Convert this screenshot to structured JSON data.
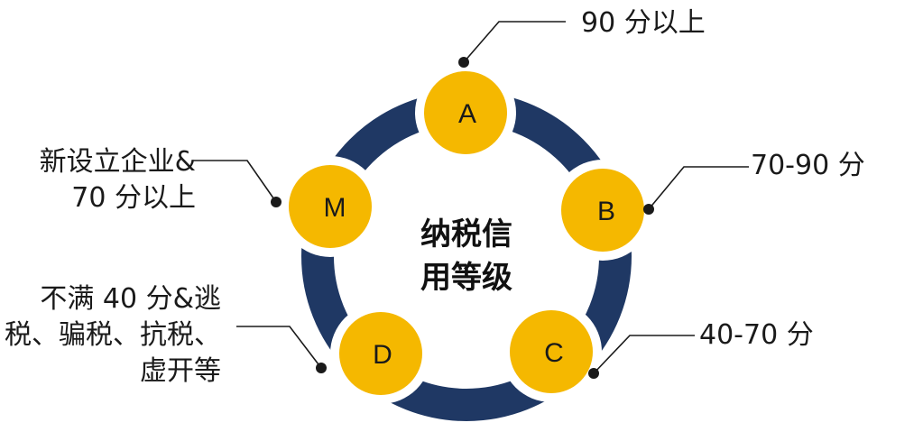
{
  "title": "纳税信用等级",
  "title_lines": [
    "纳税信",
    "用等级"
  ],
  "colors": {
    "ring": "#1f3864",
    "node": "#f5b800",
    "text": "#1a1a1a",
    "leader": "#1a1a1a"
  },
  "nodes": [
    {
      "letter": "A",
      "label_lines": [
        "90 分以上"
      ]
    },
    {
      "letter": "B",
      "label_lines": [
        "70-90 分"
      ]
    },
    {
      "letter": "C",
      "label_lines": [
        "40-70 分"
      ]
    },
    {
      "letter": "D",
      "label_lines": [
        "不满 40 分&逃",
        "税、骗税、抗税、",
        "虚开等"
      ]
    },
    {
      "letter": "M",
      "label_lines": [
        "新设立企业&",
        "70 分以上"
      ]
    }
  ]
}
